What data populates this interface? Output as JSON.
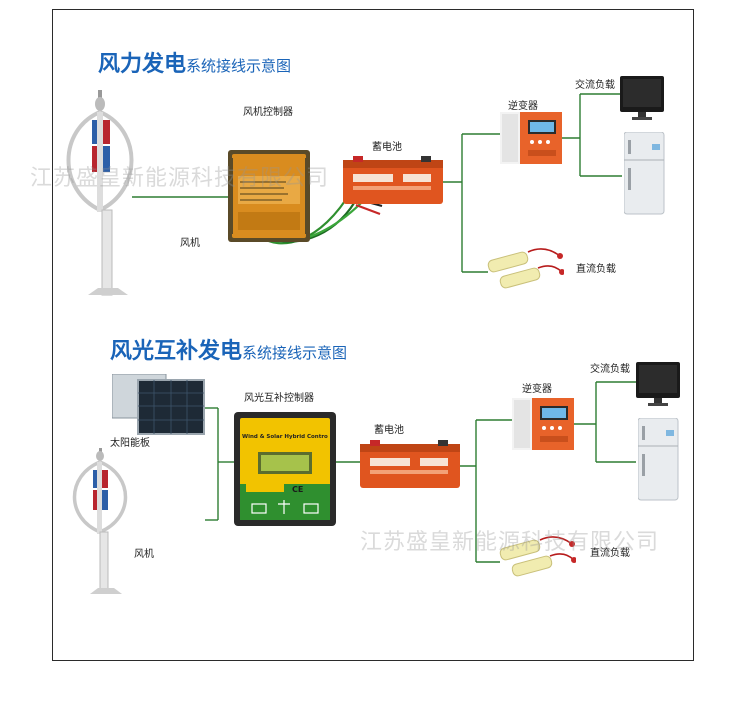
{
  "diagram1": {
    "title_main": "风力发电",
    "title_sub": "系统接线示意图",
    "controller_label": "风机控制器",
    "battery_label": "蓄电池",
    "inverter_label": "逆变器",
    "ac_load_label": "交流负载",
    "dc_load_label": "直流负载",
    "turbine_label": "风机"
  },
  "diagram2": {
    "title_main": "风光互补发电",
    "title_sub": "系统接线示意图",
    "controller_label": "风光互补控制器",
    "battery_label": "蓄电池",
    "inverter_label": "逆变器",
    "ac_load_label": "交流负载",
    "dc_load_label": "直流负载",
    "solar_label": "太阳能板",
    "turbine_label": "风机",
    "controller_face_text": "Wind & Solar Hybrid Controller",
    "controller_face_ce": "CE"
  },
  "watermarks": [
    "江苏盛皇新能源科技有限公司",
    "江苏盛皇新能源科技有限公司"
  ],
  "colors": {
    "title_blue": "#1a64b8",
    "inverter_orange": "#e8632a",
    "battery_orange": "#e0551f",
    "wire_green": "#2e7d32",
    "controller_amber": "#d98c1f",
    "controller_green": "#2f8f2f",
    "controller_yellow": "#f2c300"
  }
}
